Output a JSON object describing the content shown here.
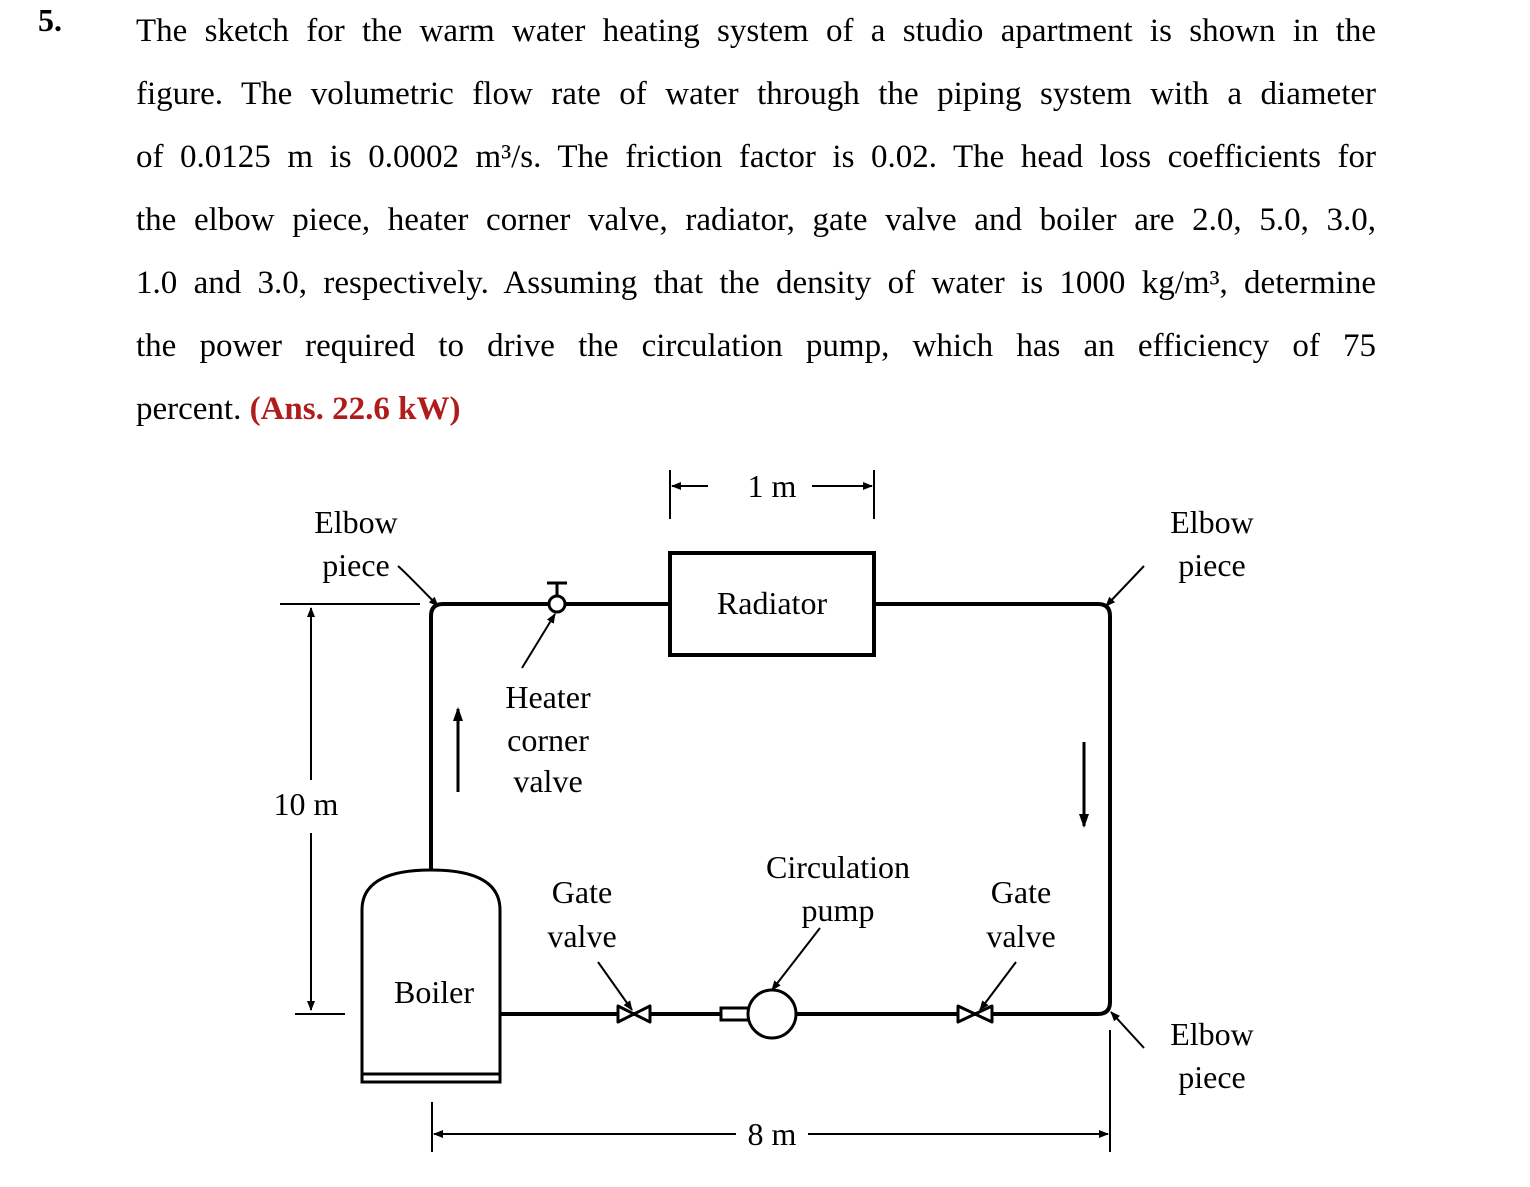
{
  "problem": {
    "number": "5.",
    "lines": [
      "The sketch for the warm water heating system of a studio apartment is shown in the",
      "figure. The volumetric flow rate of water through the piping system with a diameter",
      "of 0.0125 m is 0.0002 m³/s. The friction factor is 0.02. The head loss coefficients for",
      "the elbow piece, heater corner valve, radiator, gate valve and boiler are 2.0, 5.0, 3.0,",
      "1.0 and 3.0, respectively. Assuming that the density of water is 1000 kg/m³, determine",
      "the power required to drive the circulation pump, which has an efficiency of 75"
    ],
    "last_line_prefix": "percent.",
    "answer": "(Ans. 22.6 kW)"
  },
  "diagram": {
    "dimension_top": "1 m",
    "dimension_left": "10 m",
    "dimension_bottom": "8 m",
    "elbow_top_left": [
      "Elbow",
      "piece"
    ],
    "elbow_top_right": [
      "Elbow",
      "piece"
    ],
    "elbow_bottom_right": [
      "Elbow",
      "piece"
    ],
    "radiator": "Radiator",
    "heater_valve": [
      "Heater",
      "corner",
      "valve"
    ],
    "boiler": "Boiler",
    "gate_valve_left": [
      "Gate",
      "valve"
    ],
    "gate_valve_right": [
      "Gate",
      "valve"
    ],
    "pump": [
      "Circulation",
      "pump"
    ]
  }
}
